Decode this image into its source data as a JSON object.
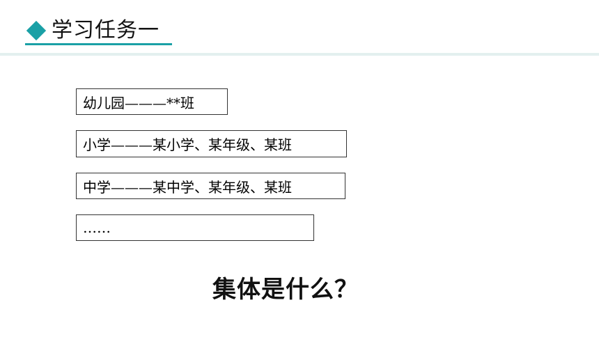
{
  "header": {
    "title": "学习任务一",
    "accent_color": "#1aa0a6",
    "icon": "diamond-icon"
  },
  "items": [
    {
      "text": "幼儿园———**班"
    },
    {
      "text": "小学———某小学、某年级、某班"
    },
    {
      "text": "中学———某中学、某年级、某班"
    },
    {
      "text": "……"
    }
  ],
  "question": "集体是什么？"
}
